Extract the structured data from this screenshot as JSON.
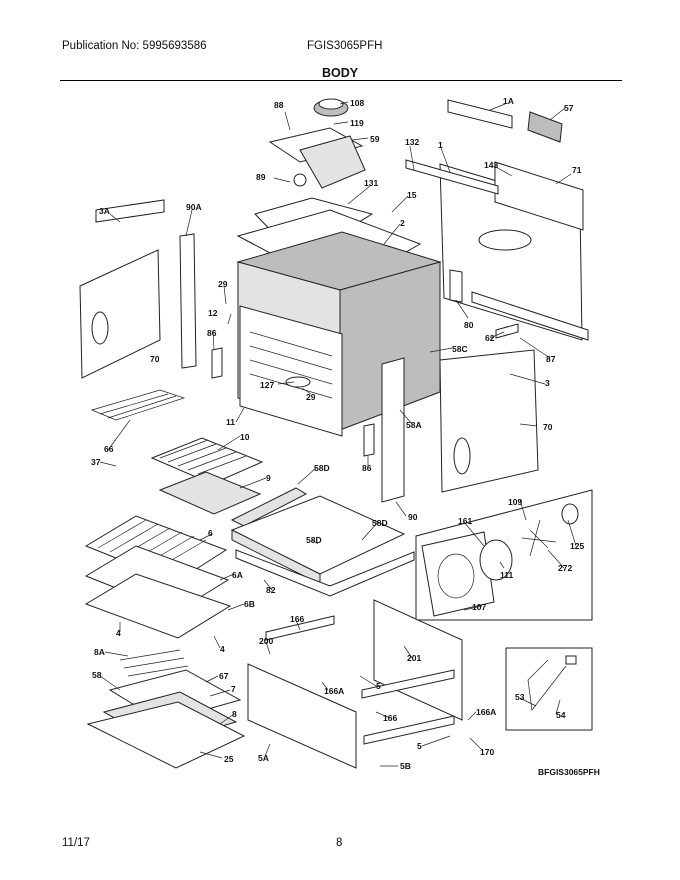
{
  "header": {
    "publication": "Publication No: 5995693586",
    "model": "FGIS3065PFH",
    "section_title": "BODY"
  },
  "footer": {
    "date": "11/17",
    "page": "8",
    "drawing_code": "BFGIS3065PFH"
  },
  "parts": {
    "p88": "88",
    "p108": "108",
    "p119": "119",
    "p59": "59",
    "p1A": "1A",
    "p57": "57",
    "p132": "132",
    "p1": "1",
    "p143": "143",
    "p71": "71",
    "p89": "89",
    "p131": "131",
    "p15": "15",
    "p3A": "3A",
    "p90A": "90A",
    "p2": "2",
    "p29a": "29",
    "p12": "12",
    "p80": "80",
    "p86a": "86",
    "p62": "62",
    "p70a": "70",
    "p58C": "58C",
    "p87": "87",
    "p127": "127",
    "p29b": "29",
    "p3": "3",
    "p66": "66",
    "p11": "11",
    "p58A": "58A",
    "p70b": "70",
    "p10": "10",
    "p37": "37",
    "p86b": "86",
    "p58Da": "58D",
    "p9": "9",
    "p90": "90",
    "p109": "109",
    "p161": "161",
    "p125": "125",
    "p272": "272",
    "p111": "111",
    "p6": "6",
    "p58Db": "58D",
    "p58Dc": "58D",
    "p107": "107",
    "p6A": "6A",
    "p82": "82",
    "p6B": "6B",
    "p4a": "4",
    "p4b": "4",
    "p166a": "166",
    "p200": "200",
    "p201": "201",
    "p8A": "8A",
    "p67": "67",
    "p58": "58",
    "p7": "7",
    "p166Aa": "166A",
    "p5a": "5",
    "p8": "8",
    "p166b": "166",
    "p166Ab": "166A",
    "p53": "53",
    "p54": "54",
    "p5b": "5",
    "p25": "25",
    "p5A": "5A",
    "p5B": "5B",
    "p170": "170"
  }
}
